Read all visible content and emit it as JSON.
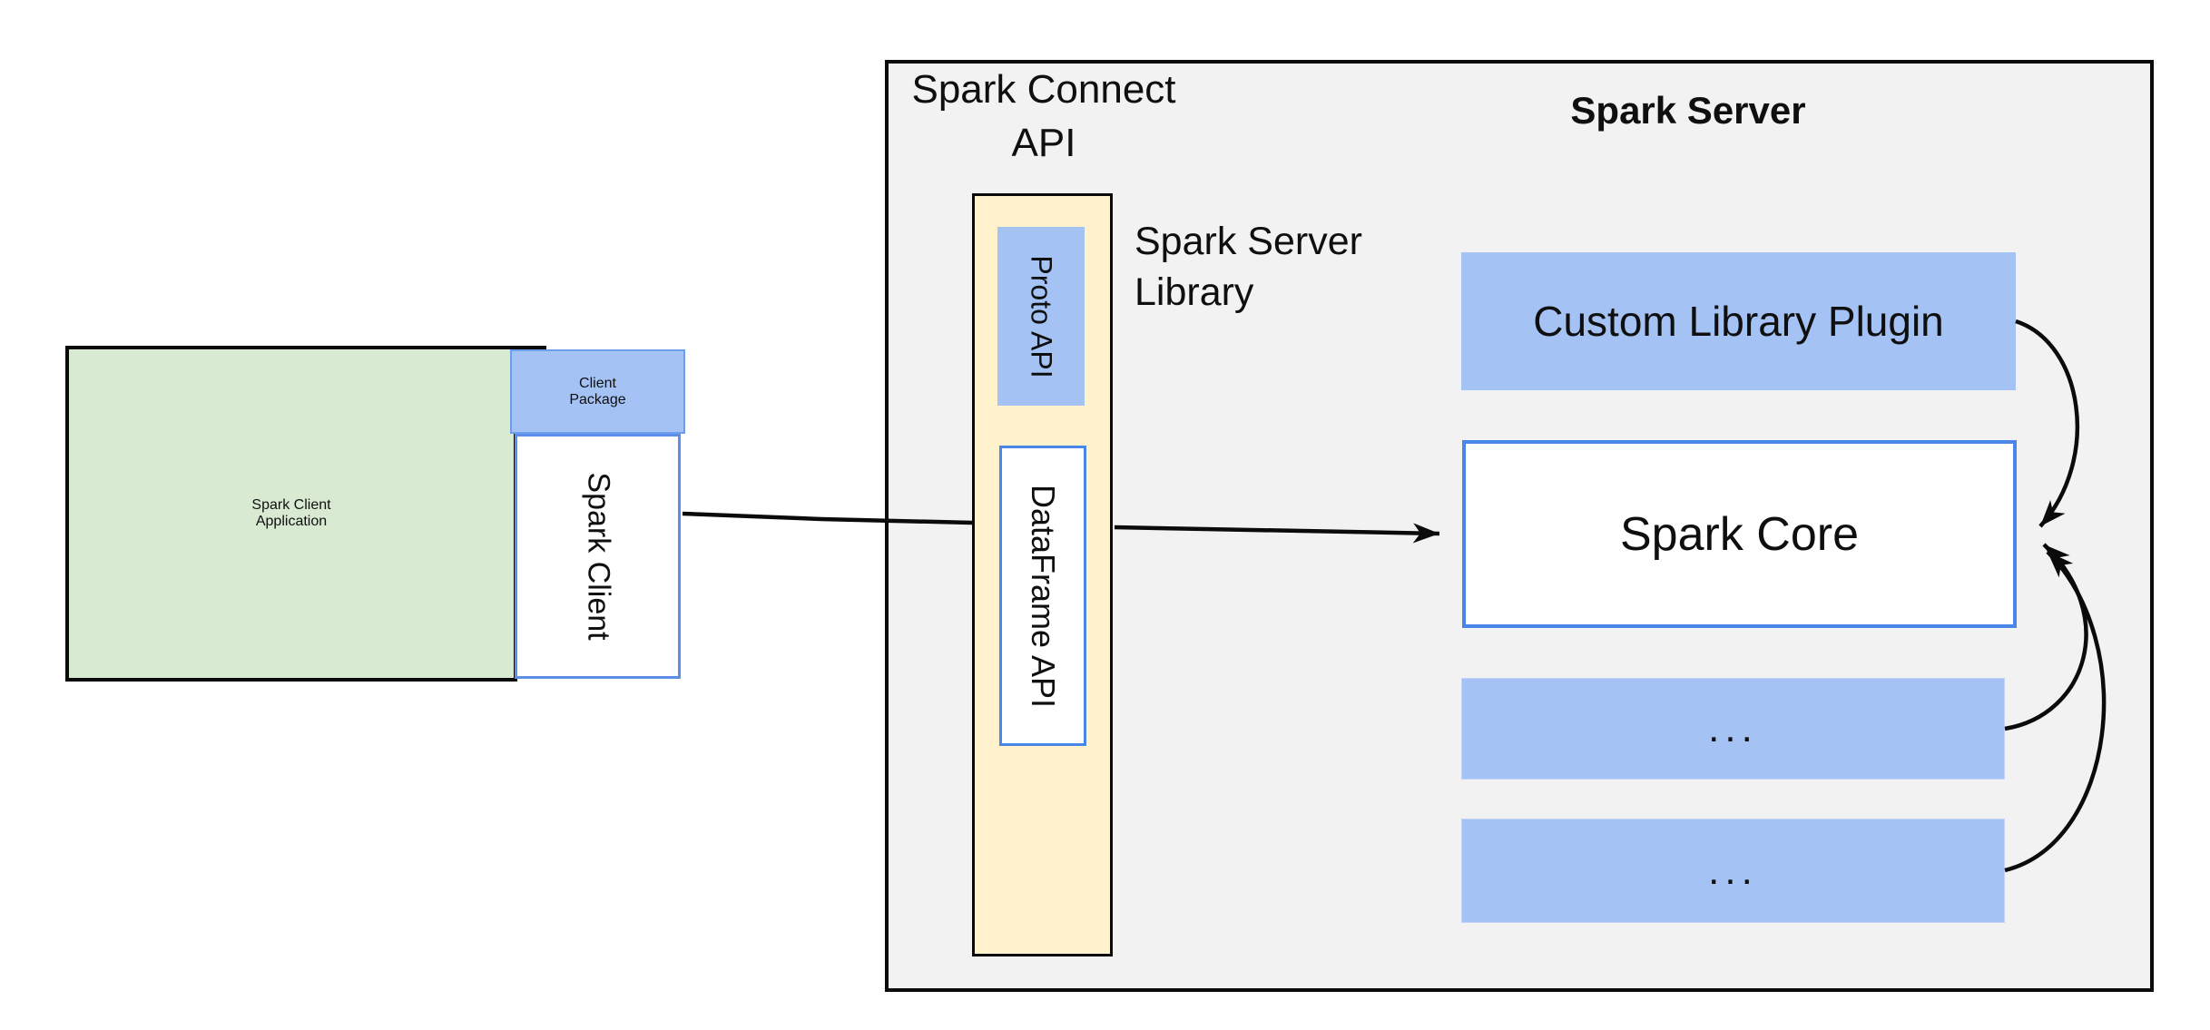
{
  "diagram": {
    "colors": {
      "blue_fill": "#a4c2f4",
      "blue_border": "#4a86e8",
      "green_fill": "#d9ead3",
      "yellow_fill": "#fff2cc",
      "gray_fill": "#f2f2f2",
      "line_black": "#0b0b0b"
    },
    "client": {
      "app_line1": "Spark Client",
      "app_line2": "Application",
      "package_line1": "Client",
      "package_line2": "Package",
      "client_label": "Spark Client"
    },
    "connect_api": {
      "title_line1": "Spark Connect",
      "title_line2": "API",
      "proto_label": "Proto API",
      "dataframe_label": "DataFrame API",
      "library_line1": "Spark Server",
      "library_line2": "Library"
    },
    "server": {
      "title": "Spark Server",
      "plugin_label": "Custom Library Plugin",
      "core_label": "Spark Core",
      "more_label1": "...",
      "more_label2": "..."
    }
  }
}
